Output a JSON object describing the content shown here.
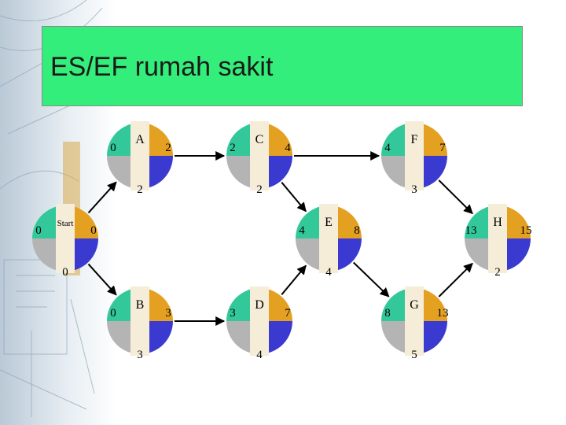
{
  "slide": {
    "title": "ES/EF rumah sakit"
  },
  "colors": {
    "title_bg": "#33ee7a",
    "es_quadrant": "#33c89a",
    "ef_quadrant": "#e4a020",
    "duration_quadrant": "#3a3ad0",
    "slack_quadrant": "#b4b4b4",
    "label_band": "#f5edd8"
  },
  "nodes": [
    {
      "id": "start",
      "label": "Start",
      "es": "0",
      "ef": "0",
      "duration": "0"
    },
    {
      "id": "a",
      "label": "A",
      "es": "0",
      "ef": "2",
      "duration": "2"
    },
    {
      "id": "c",
      "label": "C",
      "es": "2",
      "ef": "4",
      "duration": "2"
    },
    {
      "id": "f",
      "label": "F",
      "es": "4",
      "ef": "7",
      "duration": "3"
    },
    {
      "id": "e",
      "label": "E",
      "es": "4",
      "ef": "8",
      "duration": "4"
    },
    {
      "id": "h",
      "label": "H",
      "es": "13",
      "ef": "15",
      "duration": "2"
    },
    {
      "id": "b",
      "label": "B",
      "es": "0",
      "ef": "3",
      "duration": "3"
    },
    {
      "id": "d",
      "label": "D",
      "es": "3",
      "ef": "7",
      "duration": "4"
    },
    {
      "id": "g",
      "label": "G",
      "es": "8",
      "ef": "13",
      "duration": "5"
    }
  ],
  "edges": [
    [
      "start",
      "a"
    ],
    [
      "start",
      "b"
    ],
    [
      "a",
      "c"
    ],
    [
      "c",
      "f"
    ],
    [
      "c",
      "e"
    ],
    [
      "b",
      "d"
    ],
    [
      "d",
      "e"
    ],
    [
      "e",
      "g"
    ],
    [
      "f",
      "h"
    ],
    [
      "g",
      "h"
    ]
  ]
}
